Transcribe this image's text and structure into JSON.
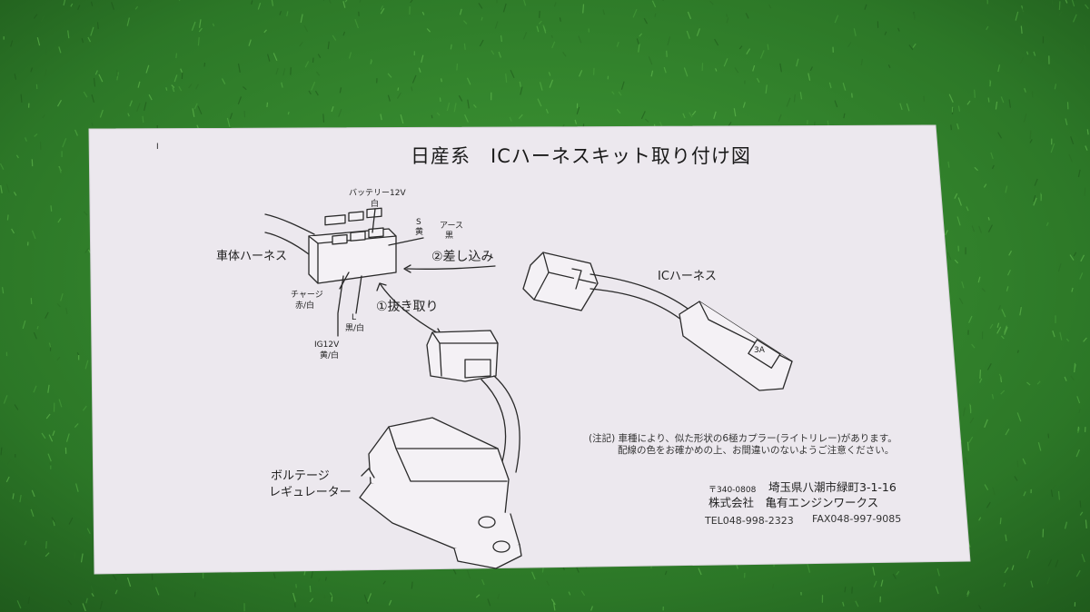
{
  "title": "日産系　ICハーネスキット取り付け図",
  "page_mark": "I",
  "labels": {
    "body_harness": "車体ハーネス",
    "battery": "バッテリー12V",
    "battery_color": "白",
    "s_terminal": "S",
    "s_color": "黄",
    "earth": "アース",
    "earth_color": "黒",
    "charge": "チャージ",
    "charge_color": "赤/白",
    "l_terminal": "L",
    "l_color": "黒/白",
    "ig": "IG12V",
    "ig_color": "黄/白",
    "step_insert": "②差し込み",
    "step_remove": "①抜き取り",
    "ic_harness": "ICハーネス",
    "fuse": "3A",
    "regulator_line1": "ボルテージ",
    "regulator_line2": "レギュレーター"
  },
  "notes": {
    "line1": "(注記) 車種により、似た形状の6極カプラー(ライトリレー)があります。",
    "line2": "配線の色をお確かめの上、お間違いのないようご注意ください。"
  },
  "address": {
    "postal": "〒340-0808",
    "location": "埼玉県八潮市緑町3-1-16",
    "company": "株式会社　亀有エンジンワークス",
    "tel": "TEL048-998-2323",
    "fax": "FAX048-997-9085"
  },
  "colors": {
    "turf": "#2f7d2a",
    "paper": "#ece8ee",
    "ink": "#222222"
  }
}
